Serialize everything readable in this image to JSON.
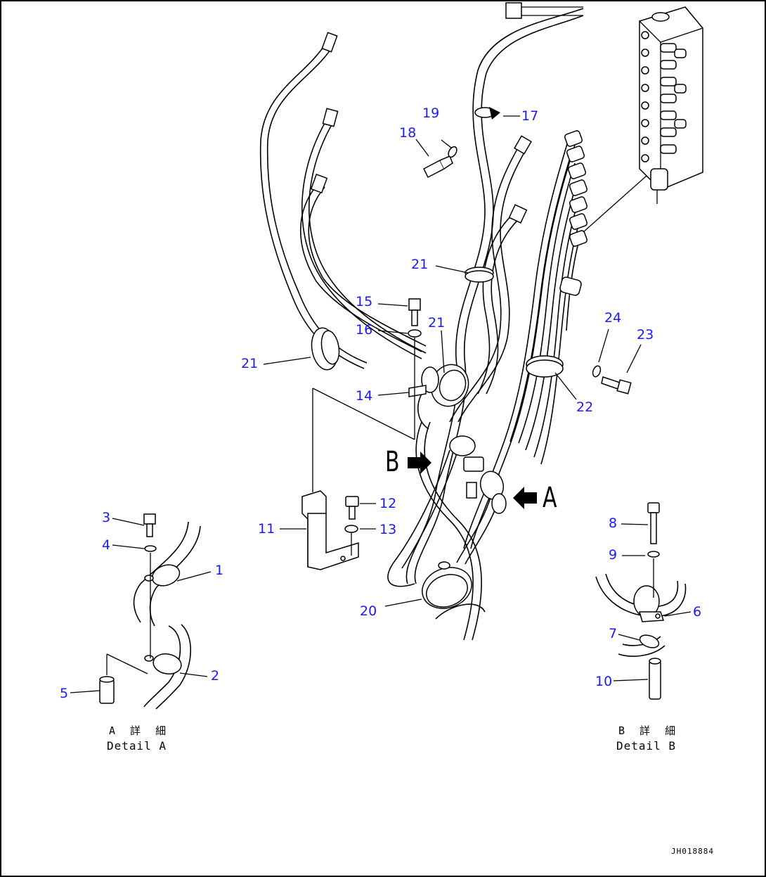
{
  "diagram": {
    "callouts": [
      {
        "id": "c1",
        "text": "1"
      },
      {
        "id": "c2",
        "text": "2"
      },
      {
        "id": "c3",
        "text": "3"
      },
      {
        "id": "c4",
        "text": "4"
      },
      {
        "id": "c5",
        "text": "5"
      },
      {
        "id": "c6",
        "text": "6"
      },
      {
        "id": "c7",
        "text": "7"
      },
      {
        "id": "c8",
        "text": "8"
      },
      {
        "id": "c9",
        "text": "9"
      },
      {
        "id": "c10",
        "text": "10"
      },
      {
        "id": "c11",
        "text": "11"
      },
      {
        "id": "c12",
        "text": "12"
      },
      {
        "id": "c13",
        "text": "13"
      },
      {
        "id": "c14",
        "text": "14"
      },
      {
        "id": "c15",
        "text": "15"
      },
      {
        "id": "c16",
        "text": "16"
      },
      {
        "id": "c17",
        "text": "17"
      },
      {
        "id": "c18",
        "text": "18"
      },
      {
        "id": "c19",
        "text": "19"
      },
      {
        "id": "c20",
        "text": "20"
      },
      {
        "id": "c21a",
        "text": "21"
      },
      {
        "id": "c21b",
        "text": "21"
      },
      {
        "id": "c21c",
        "text": "21"
      },
      {
        "id": "c22",
        "text": "22"
      },
      {
        "id": "c23",
        "text": "23"
      },
      {
        "id": "c24",
        "text": "24"
      }
    ],
    "view_markers": {
      "a": "A",
      "b": "B"
    },
    "detail_a": {
      "jp": "A 詳 細",
      "en": "Detail A"
    },
    "detail_b": {
      "jp": "B 詳 細",
      "en": "Detail B"
    },
    "drawing_number": "JH018884",
    "colors": {
      "callout": "#1a1aff",
      "line": "#000000",
      "background": "#ffffff"
    }
  }
}
